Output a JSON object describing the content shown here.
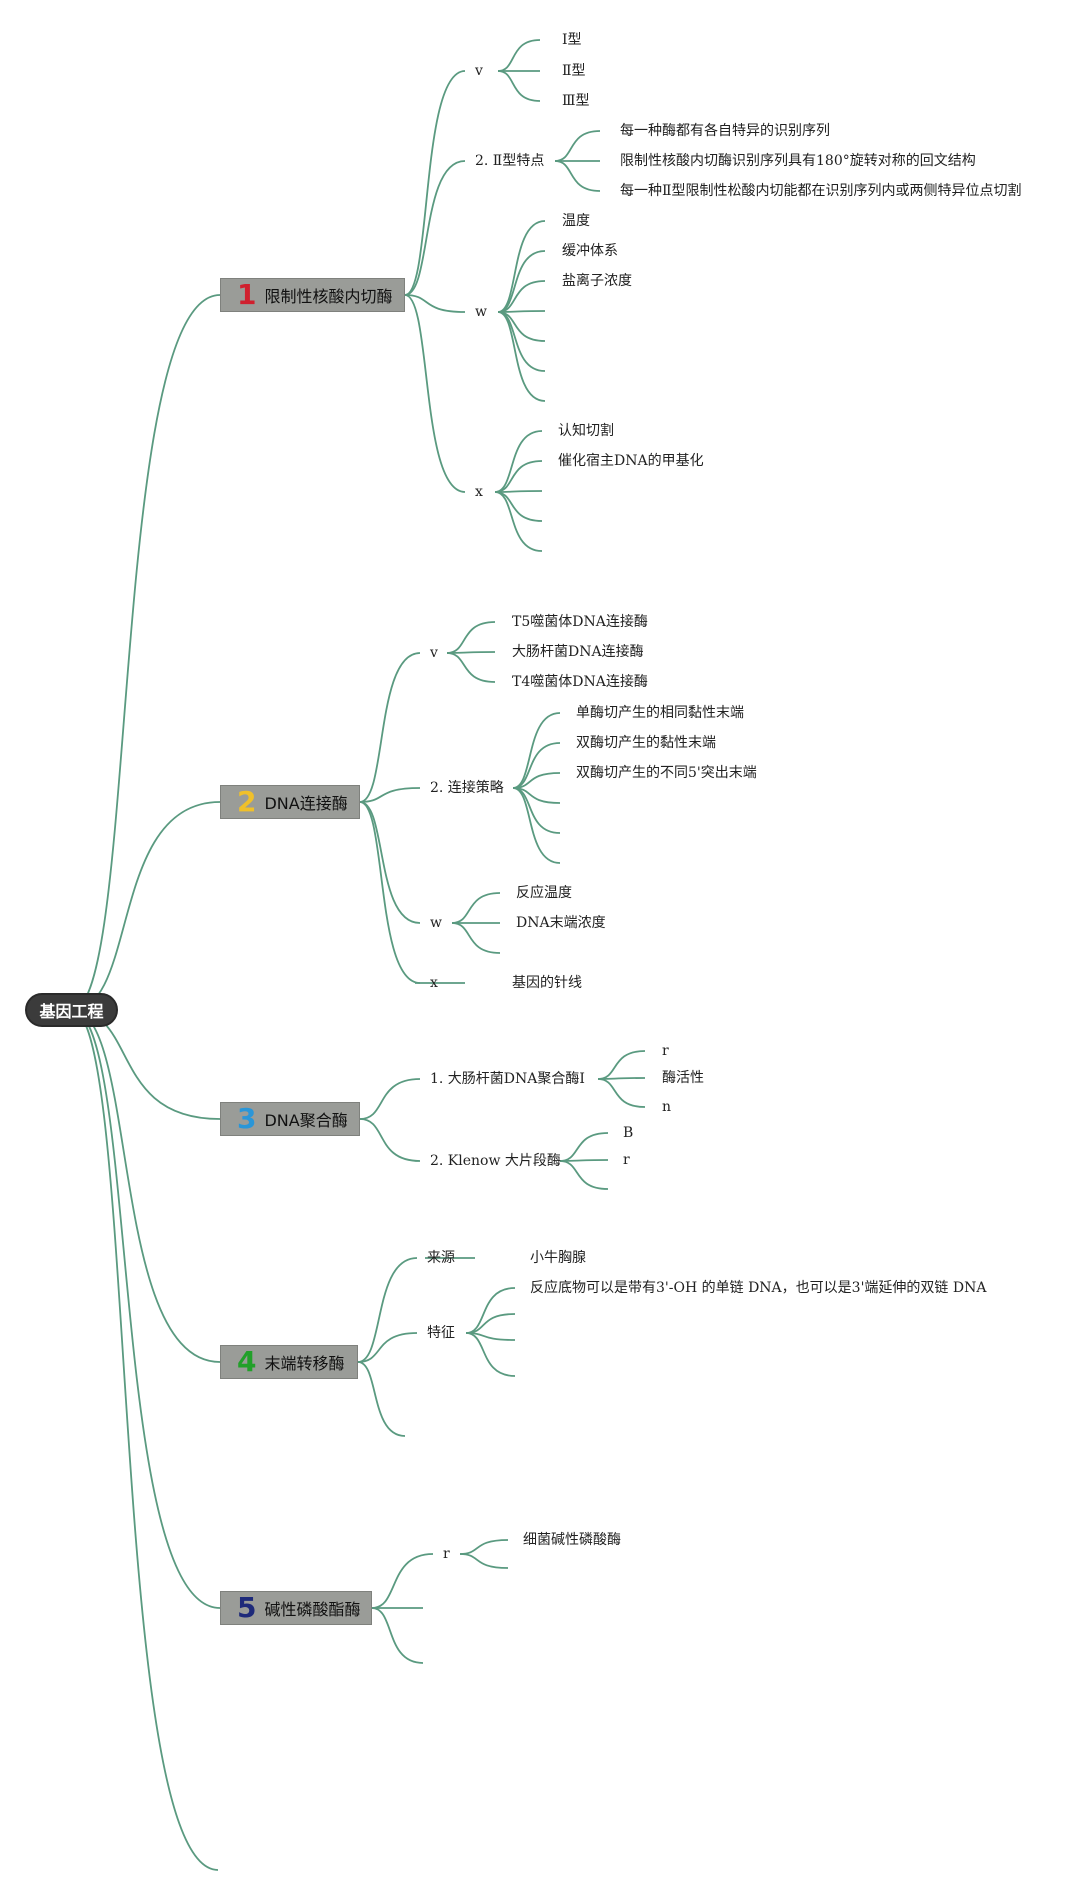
{
  "root": {
    "label": "基因工程"
  },
  "branches": [
    {
      "number": "1",
      "color": "#d0202e",
      "label": "限制性核酸内切酶",
      "children": [
        {
          "label": "v",
          "items": [
            "Ⅰ型",
            "Ⅱ型",
            "Ⅲ型"
          ]
        },
        {
          "label": "2. Ⅱ型特点",
          "items": [
            "每一种酶都有各自特异的识别序列",
            "限制性核酸内切酶识别序列具有180°旋转对称的回文结构",
            "每一种Ⅱ型限制性松酸内切能都在识别序列内或两侧特异位点切割"
          ]
        },
        {
          "label": "w",
          "items": [
            "温度",
            "缓冲体系",
            "盐离子浓度",
            "",
            "",
            "",
            ""
          ]
        },
        {
          "label": "x",
          "items": [
            "认知切割",
            "催化宿主DNA的甲基化",
            "",
            "",
            ""
          ]
        }
      ]
    },
    {
      "number": "2",
      "color": "#f0c02a",
      "label": "DNA连接酶",
      "children": [
        {
          "label": "v",
          "items": [
            "T5噬菌体DNA连接酶",
            "大肠杆菌DNA连接酶",
            "T4噬菌体DNA连接酶"
          ]
        },
        {
          "label": "2. 连接策略",
          "items": [
            "单酶切产生的相同黏性末端",
            "双酶切产生的黏性末端",
            "双酶切产生的不同5'突出末端",
            "",
            "",
            ""
          ]
        },
        {
          "label": "w",
          "items": [
            "反应温度",
            "DNA末端浓度",
            ""
          ]
        },
        {
          "label": "x",
          "items": [
            "基因的针线"
          ]
        }
      ]
    },
    {
      "number": "3",
      "color": "#2a96d8",
      "label": "DNA聚合酶",
      "children": [
        {
          "label": "1. 大肠杆菌DNA聚合酶Ⅰ",
          "items": [
            "r",
            "酶活性",
            "n"
          ]
        },
        {
          "label": "2. Klenow 大片段酶",
          "items": [
            "B",
            "r",
            ""
          ]
        }
      ]
    },
    {
      "number": "4",
      "color": "#22a02a",
      "label": "末端转移酶",
      "children": [
        {
          "label": "来源",
          "items": [
            "小牛胸腺"
          ]
        },
        {
          "label": "特征",
          "items": [
            "反应底物可以是带有3'-OH 的单链 DNA，也可以是3'端延伸的双链 DNA",
            "",
            "",
            ""
          ]
        },
        {
          "label": "",
          "items": []
        }
      ]
    },
    {
      "number": "5",
      "color": "#1e2a7a",
      "label": "碱性磷酸酯酶",
      "children": [
        {
          "label": "r",
          "items": [
            "细菌碱性磷酸酶",
            ""
          ]
        },
        {
          "label": "",
          "items": []
        },
        {
          "label": "",
          "items": []
        }
      ]
    }
  ],
  "colors": {
    "link": "#5a9a80",
    "root_bg": "#3b3b3b",
    "branch_bg": "#9a9c98"
  }
}
